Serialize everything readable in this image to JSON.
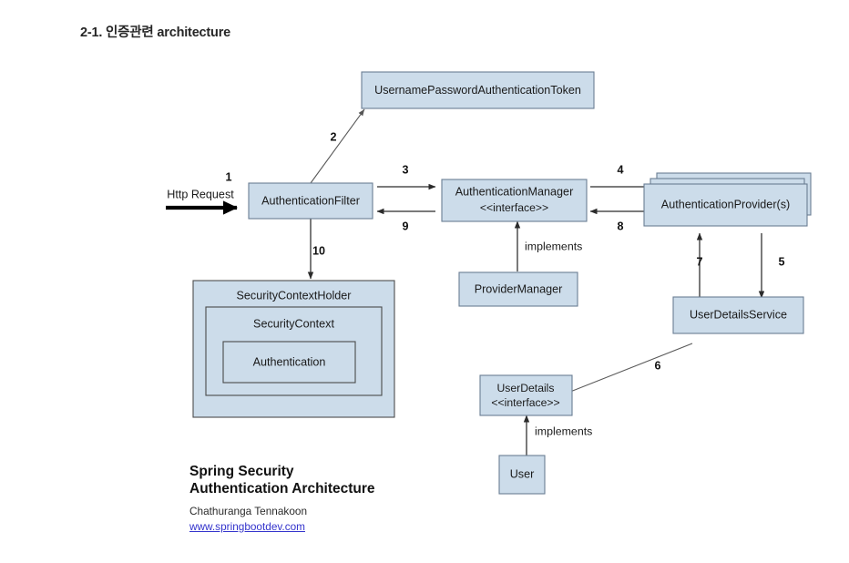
{
  "heading": "2-1. 인증관련 architecture",
  "diagram": {
    "nodes": {
      "token": "UsernamePasswordAuthenticationToken",
      "auth_filter": "AuthenticationFilter",
      "auth_manager_name": "AuthenticationManager",
      "auth_manager_stereotype": "<<interface>>",
      "auth_provider": "AuthenticationProvider(s)",
      "provider_manager": "ProviderManager",
      "user_details_service": "UserDetailsService",
      "user_details_name": "UserDetails",
      "user_details_stereotype": "<<interface>>",
      "user": "User",
      "security_context_holder": "SecurityContextHolder",
      "security_context": "SecurityContext",
      "authentication": "Authentication"
    },
    "entry_label": "Http Request",
    "steps": {
      "s1": "1",
      "s2": "2",
      "s3": "3",
      "s4": "4",
      "s5": "5",
      "s6": "6",
      "s7": "7",
      "s8": "8",
      "s9": "9",
      "s10": "10"
    },
    "edge_labels": {
      "implements_manager": "implements",
      "implements_user": "implements"
    },
    "colors": {
      "box_fill": "#ccdcea",
      "box_stroke": "#6a7d93",
      "arrow": "#2b2b2b",
      "link": "#3333cc"
    }
  },
  "caption": {
    "title_line1": "Spring Security",
    "title_line2": "Authentication Architecture",
    "author": "Chathuranga Tennakoon",
    "link": "www.springbootdev.com"
  }
}
